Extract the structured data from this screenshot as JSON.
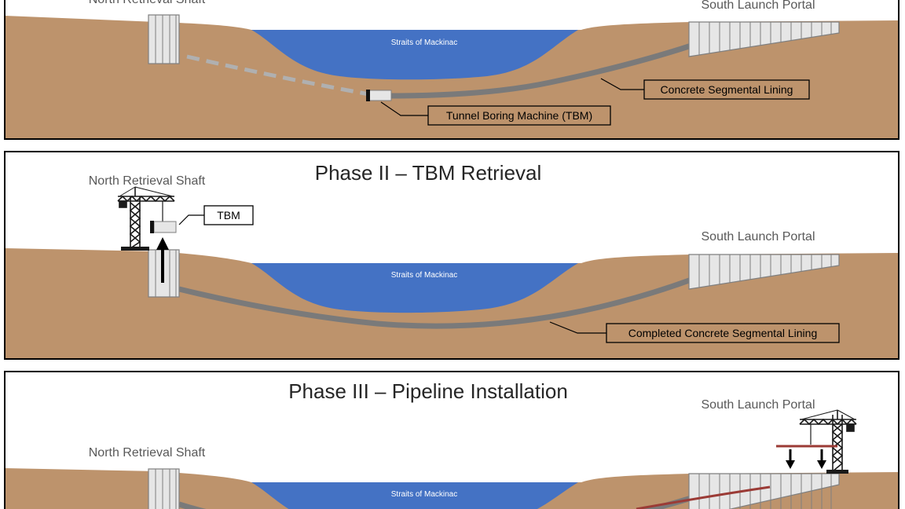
{
  "phase1": {
    "north_label": "North Retrieval Shaft",
    "south_label": "South Launch Portal",
    "water_label": "Straits of Mackinac",
    "callout_lining": "Concrete Segmental Lining",
    "callout_tbm": "Tunnel Boring Machine (TBM)"
  },
  "phase2": {
    "title": "Phase II – TBM Retrieval",
    "north_label": "North Retrieval Shaft",
    "south_label": "South Launch Portal",
    "water_label": "Straits of Mackinac",
    "callout_tbm": "TBM",
    "callout_lining": "Completed Concrete Segmental Lining"
  },
  "phase3": {
    "title": "Phase III – Pipeline Installation",
    "north_label": "North Retrieval Shaft",
    "south_label": "South Launch Portal",
    "water_label": "Straits of Mackinac"
  },
  "colors": {
    "ground": "#bd936c",
    "water": "#4472c4",
    "lining": "#7a7a7a",
    "portal": "#e6e6e6",
    "pipe": "#9b3b36"
  }
}
